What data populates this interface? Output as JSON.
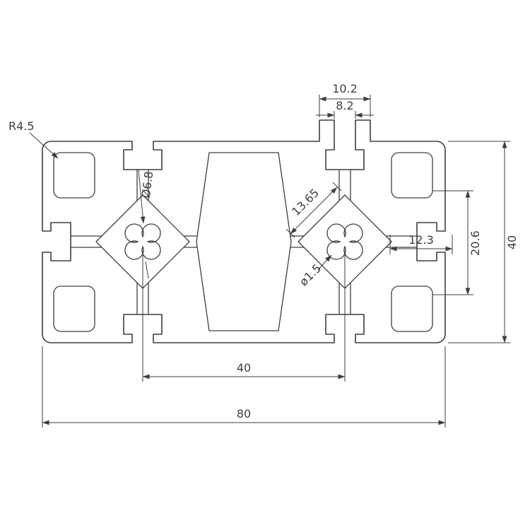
{
  "drawing": {
    "background": "#ffffff",
    "line_color": "#3a3e45",
    "labels": {
      "tab_outer_width": "10.2",
      "tab_slot_width": "8.2",
      "corner_radius": "R4.5",
      "center_hole_dia": "Ø6.8",
      "core_diagonal": "13.65",
      "flute_dia": "ø1.5",
      "side_pocket_width": "12.3",
      "side_pocket_height": "20.6",
      "profile_height": "40",
      "slot_center_distance": "40",
      "profile_width": "80"
    }
  }
}
